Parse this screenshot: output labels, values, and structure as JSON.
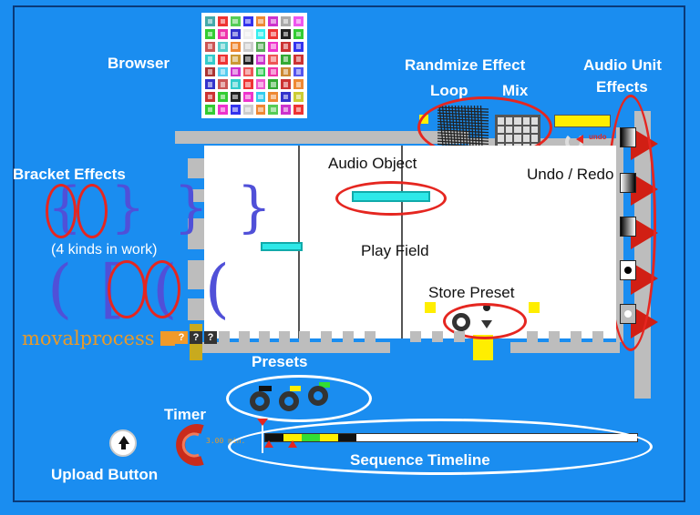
{
  "labels": {
    "browser": "Browser",
    "randomize_effect": "Randmize Effect",
    "loop": "Loop",
    "mix": "Mix",
    "audio_unit_effects_1": "Audio Unit",
    "audio_unit_effects_2": "Effects",
    "bracket_effects": "Bracket Effects",
    "four_kinds": "(4 kinds in work)",
    "audio_object": "Audio Object",
    "undo_redo": "Undo / Redo",
    "play_field": "Play Field",
    "store_preset": "Store Preset",
    "presets": "Presets",
    "timer": "Timer",
    "timer_value": "3.00 min.",
    "upload_button": "Upload Button",
    "sequence_timeline": "Sequence Timeline",
    "logo": "movalprocess",
    "undo_small": "undo",
    "bracket_glyphs": "{ } } }",
    "paren_glyphs": "( [ ( ("
  },
  "help_buttons": [
    "?",
    "?",
    "?"
  ],
  "icons": {
    "upload": "up-arrow-icon",
    "timer": "timer-icon",
    "store_preset": "preset-store-icon",
    "undo": "undo-icon",
    "loop": "loop-icon",
    "mix": "mix-grid-icon"
  },
  "colors": {
    "background": "#1a8df0",
    "highlight": "#e52620",
    "accent_yellow": "#ffee00",
    "audio_object": "#2ee8e8",
    "logo": "#e89a2a",
    "effect_arrow": "#d11f14"
  },
  "browser_swatches": [
    "#4aa",
    "#e33",
    "#5c5",
    "#33e",
    "#e83",
    "#c3c",
    "#aaa",
    "#e5e",
    "#3c3",
    "#e3a",
    "#33c",
    "#eee",
    "#3ee",
    "#e33",
    "#222",
    "#3c3",
    "#c55",
    "#5cc",
    "#e83",
    "#ccc",
    "#5a5",
    "#e3c",
    "#c33",
    "#33e",
    "#3cc",
    "#e33",
    "#c93",
    "#222",
    "#c3c",
    "#e55",
    "#3a3",
    "#c33",
    "#a33",
    "#5ce",
    "#c3c",
    "#e55",
    "#3c5",
    "#e3a",
    "#c83",
    "#55e",
    "#33c",
    "#c55",
    "#3cc",
    "#e33",
    "#e5c",
    "#3a3",
    "#c33",
    "#e83",
    "#c33",
    "#3c3",
    "#222",
    "#e3c",
    "#3ce",
    "#e83",
    "#33c",
    "#cc3",
    "#3c3",
    "#e3c",
    "#33e",
    "#ccc",
    "#e83",
    "#5c5",
    "#c3c",
    "#e33"
  ],
  "timeline": {
    "segments": [
      "#111",
      "#ffee00",
      "#33dd33",
      "#ffee00",
      "#111"
    ]
  }
}
